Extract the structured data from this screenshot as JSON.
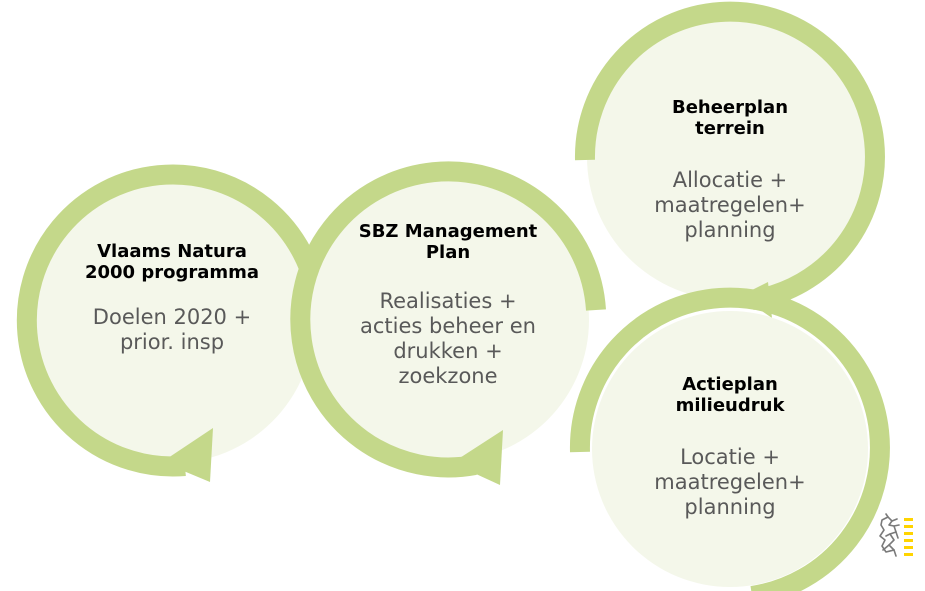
{
  "colors": {
    "ring": "#c4d88a",
    "fill": "#f4f7ea",
    "title": "#000000",
    "body": "#595959"
  },
  "steps": [
    {
      "title": "Vlaams Natura 2000 programma",
      "body": "Doelen 2020 + prior. insp"
    },
    {
      "title": "SBZ Management Plan",
      "body": "Realisaties + acties beheer en drukken + zoekzone"
    },
    {
      "title": "Beheerplan terrein",
      "body": "Allocatie + maatregelen+ planning"
    },
    {
      "title": "Actieplan milieudruk",
      "body": "Locatie + maatregelen+ planning"
    }
  ],
  "logo": {
    "icon": "flemish-lion-icon"
  }
}
